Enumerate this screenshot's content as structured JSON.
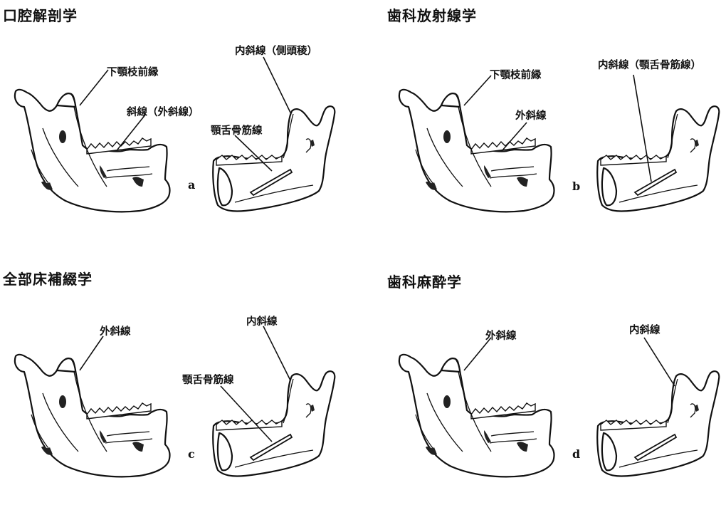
{
  "panels": [
    {
      "id": "a",
      "title": "口腔解剖学",
      "letter": "a",
      "labels": {
        "anterior_border": "下顎枝前縁",
        "external": "斜線（外斜線）",
        "internal": "内斜線（側頭稜）",
        "mylohyoid": "顎舌骨筋線"
      }
    },
    {
      "id": "b",
      "title": "歯科放射線学",
      "letter": "b",
      "labels": {
        "anterior_border": "下顎枝前縁",
        "external": "外斜線",
        "internal": "内斜線（顎舌骨筋線）"
      }
    },
    {
      "id": "c",
      "title": "全部床補綴学",
      "letter": "c",
      "labels": {
        "external": "外斜線",
        "internal": "内斜線",
        "mylohyoid": "顎舌骨筋線"
      }
    },
    {
      "id": "d",
      "title": "歯科麻酔学",
      "letter": "d",
      "labels": {
        "external": "外斜線",
        "internal": "内斜線"
      }
    }
  ]
}
